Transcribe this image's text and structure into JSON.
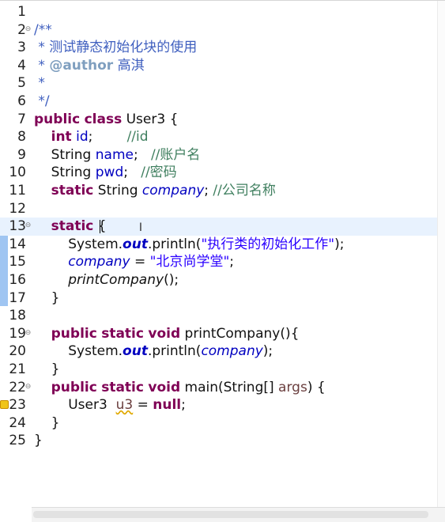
{
  "editor": {
    "language": "java",
    "current_line": 13,
    "lines": [
      {
        "n": "1",
        "tokens": []
      },
      {
        "n": "2",
        "fold": "collapse",
        "tokens": [
          {
            "t": "/**",
            "c": "doc"
          }
        ]
      },
      {
        "n": "3",
        "tokens": [
          {
            "t": " * 测试静态初始化块的使用",
            "c": "doc"
          }
        ]
      },
      {
        "n": "4",
        "tokens": [
          {
            "t": " * ",
            "c": "doc"
          },
          {
            "t": "@author",
            "c": "tag"
          },
          {
            "t": " 高淇",
            "c": "doc"
          }
        ]
      },
      {
        "n": "5",
        "tokens": [
          {
            "t": " *",
            "c": "doc"
          }
        ]
      },
      {
        "n": "6",
        "tokens": [
          {
            "t": " */",
            "c": "doc"
          }
        ]
      },
      {
        "n": "7",
        "tokens": [
          {
            "t": "public",
            "c": "kw"
          },
          {
            "t": " "
          },
          {
            "t": "class",
            "c": "kw"
          },
          {
            "t": " User3 {"
          }
        ]
      },
      {
        "n": "8",
        "tokens": [
          {
            "t": "    "
          },
          {
            "t": "int",
            "c": "kw"
          },
          {
            "t": " "
          },
          {
            "t": "id",
            "c": "field"
          },
          {
            "t": ";        "
          },
          {
            "t": "//id",
            "c": "cm"
          }
        ]
      },
      {
        "n": "9",
        "tokens": [
          {
            "t": "    String "
          },
          {
            "t": "name",
            "c": "field"
          },
          {
            "t": ";   "
          },
          {
            "t": "//账户名",
            "c": "cm"
          }
        ]
      },
      {
        "n": "10",
        "tokens": [
          {
            "t": "    String "
          },
          {
            "t": "pwd",
            "c": "field"
          },
          {
            "t": ";   "
          },
          {
            "t": "//密码",
            "c": "cm"
          }
        ]
      },
      {
        "n": "11",
        "tokens": [
          {
            "t": "    "
          },
          {
            "t": "static",
            "c": "kw"
          },
          {
            "t": " String "
          },
          {
            "t": "company",
            "c": "sfield"
          },
          {
            "t": "; "
          },
          {
            "t": "//公司名称",
            "c": "cm"
          }
        ]
      },
      {
        "n": "12",
        "tokens": []
      },
      {
        "n": "13",
        "fold": "collapse",
        "tokens": [
          {
            "t": "    "
          },
          {
            "t": "static",
            "c": "kw"
          },
          {
            "t": " {"
          }
        ]
      },
      {
        "n": "14",
        "tokens": [
          {
            "t": "        System."
          },
          {
            "t": "out",
            "c": "sfield kwb"
          },
          {
            "t": ".println("
          },
          {
            "t": "\"执行类的初始化工作\"",
            "c": "str"
          },
          {
            "t": ");"
          }
        ]
      },
      {
        "n": "15",
        "tokens": [
          {
            "t": "        "
          },
          {
            "t": "company",
            "c": "sfield"
          },
          {
            "t": " = "
          },
          {
            "t": "\"北京尚学堂\"",
            "c": "str"
          },
          {
            "t": ";"
          }
        ]
      },
      {
        "n": "16",
        "tokens": [
          {
            "t": "        "
          },
          {
            "t": "printCompany",
            "c": "smethod"
          },
          {
            "t": "();"
          }
        ]
      },
      {
        "n": "17",
        "tokens": [
          {
            "t": "    }"
          }
        ]
      },
      {
        "n": "18",
        "tokens": []
      },
      {
        "n": "19",
        "fold": "collapse",
        "tokens": [
          {
            "t": "    "
          },
          {
            "t": "public",
            "c": "kw"
          },
          {
            "t": " "
          },
          {
            "t": "static",
            "c": "kw"
          },
          {
            "t": " "
          },
          {
            "t": "void",
            "c": "kw"
          },
          {
            "t": " printCompany(){"
          }
        ]
      },
      {
        "n": "20",
        "tokens": [
          {
            "t": "        System."
          },
          {
            "t": "out",
            "c": "sfield kwb"
          },
          {
            "t": ".println("
          },
          {
            "t": "company",
            "c": "sfield"
          },
          {
            "t": ");"
          }
        ]
      },
      {
        "n": "21",
        "tokens": [
          {
            "t": "    }"
          }
        ]
      },
      {
        "n": "22",
        "fold": "collapse",
        "tokens": [
          {
            "t": "    "
          },
          {
            "t": "public",
            "c": "kw"
          },
          {
            "t": " "
          },
          {
            "t": "static",
            "c": "kw"
          },
          {
            "t": " "
          },
          {
            "t": "void",
            "c": "kw"
          },
          {
            "t": " main(String[] "
          },
          {
            "t": "args",
            "c": "param"
          },
          {
            "t": ") {"
          }
        ]
      },
      {
        "n": "23",
        "warning": true,
        "tokens": [
          {
            "t": "        User3  "
          },
          {
            "t": "u3",
            "c": "uvar"
          },
          {
            "t": " = "
          },
          {
            "t": "null",
            "c": "kw"
          },
          {
            "t": ";"
          }
        ]
      },
      {
        "n": "24",
        "tokens": [
          {
            "t": "    }"
          }
        ]
      },
      {
        "n": "25",
        "tokens": [
          {
            "t": "}"
          }
        ]
      }
    ]
  },
  "colors": {
    "keyword": "#7f0055",
    "field": "#0000c0",
    "string": "#2a00ff",
    "comment": "#3f7f5f",
    "javadoc": "#3f5fbf",
    "current_line_bg": "#e8f2fe"
  },
  "icons": {
    "fold": "fold-collapse-icon",
    "warning": "warning-marker-icon",
    "cursor": "text-ibeam-cursor-icon"
  }
}
